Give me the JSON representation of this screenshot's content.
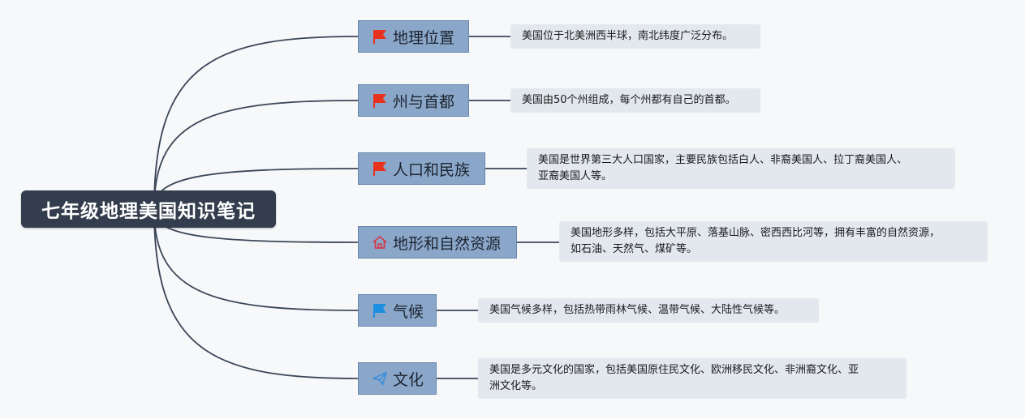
{
  "root": {
    "label": "七年级地理美国知识笔记"
  },
  "branches": [
    {
      "label": "地理位置",
      "icon": "red-flag-icon",
      "note_lines": [
        "美国位于北美洲西半球，南北纬度广泛分布。"
      ]
    },
    {
      "label": "州与首都",
      "icon": "red-flag-icon",
      "note_lines": [
        "美国由50个州组成，每个州都有自己的首都。"
      ]
    },
    {
      "label": "人口和民族",
      "icon": "red-flag-icon",
      "note_lines": [
        "美国是世界第三大人口国家，主要民族包括白人、非裔美国人、拉丁裔美国人、",
        "亚裔美国人等。"
      ]
    },
    {
      "label": "地形和自然资源",
      "icon": "house-icon",
      "note_lines": [
        "美国地形多样，包括大平原、落基山脉、密西西比河等，拥有丰富的自然资源，",
        "如石油、天然气、煤矿等。"
      ]
    },
    {
      "label": "气候",
      "icon": "blue-flag-icon",
      "note_lines": [
        "美国气候多样，包括热带雨林气候、温带气候、大陆性气候等。"
      ]
    },
    {
      "label": "文化",
      "icon": "paper-plane-icon",
      "note_lines": [
        "美国是多元文化的国家，包括美国原住民文化、欧洲移民文化、非洲裔文化、亚",
        "洲文化等。"
      ]
    }
  ],
  "colors": {
    "root_bg": "#333d4d",
    "branch_bg": "#8aa7c9",
    "note_bg": "#e3e8ef",
    "link": "#3b4658",
    "red_flag": "#e8321e",
    "blue_flag": "#1e8fe0",
    "house": "#d23a4a",
    "plane": "#3b8fd9"
  }
}
